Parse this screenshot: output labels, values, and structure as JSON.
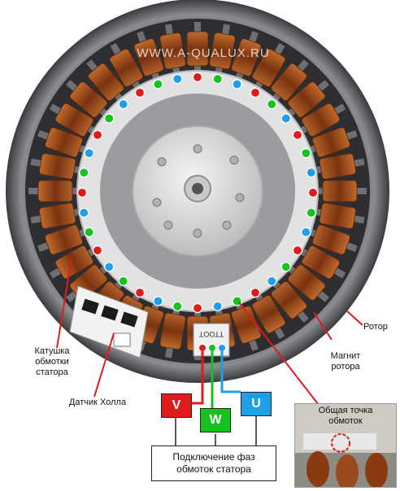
{
  "watermark": "WWW.A-QUALUX.RU",
  "labels": {
    "stator_coil": [
      "Катушка",
      "обмотки",
      "статора"
    ],
    "hall_sensor": "Датчик Холла",
    "rotor": "Ротор",
    "rotor_magnet": [
      "Магнит",
      "ротора"
    ],
    "common_point": [
      "Общая точка",
      "обмоток"
    ],
    "phase_connection": [
      "Подключение фаз",
      "обмоток статора"
    ],
    "connector_text": "TTOOT"
  },
  "phases": [
    {
      "name": "V",
      "color": "#e01b1b"
    },
    {
      "name": "W",
      "color": "#16c21f"
    },
    {
      "name": "U",
      "color": "#1e9fe8"
    }
  ],
  "colors": {
    "red": "#e01b1b",
    "green": "#16c21f",
    "blue": "#1e9fe8",
    "copper": "#9a4a1c",
    "steel": "#7a7c80",
    "plastic": "#dcdcdc"
  }
}
